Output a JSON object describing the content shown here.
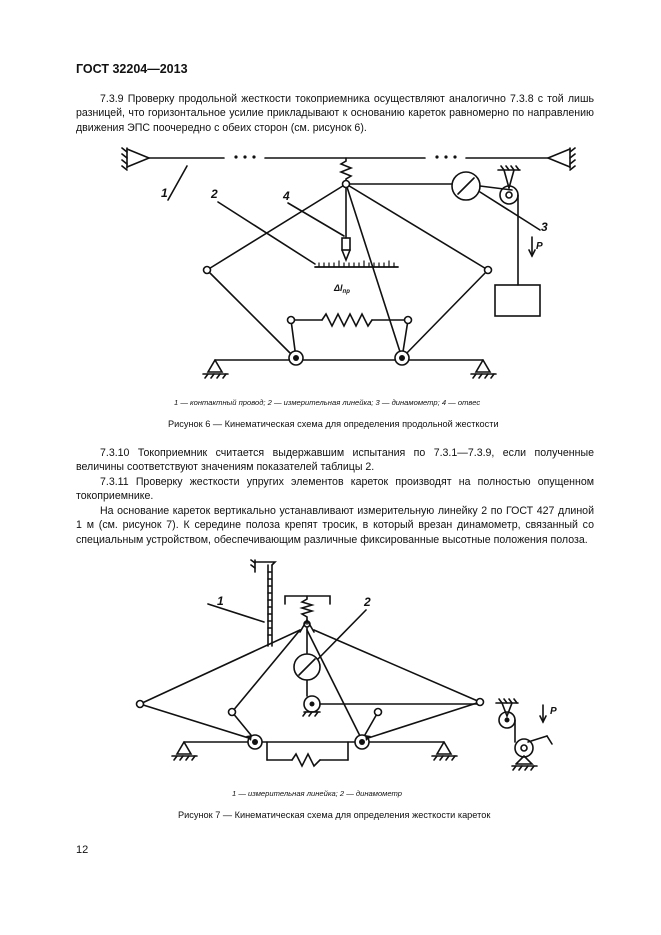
{
  "header": "ГОСТ 32204—2013",
  "para_739": "7.3.9 Проверку продольной жесткости токоприемника осуществляют аналогично 7.3.8 с той лишь разницей, что горизонтальное усилие прикладывают к основанию кареток равномерно по направлению движения ЭПС поочередно с обеих сторон (см. рисунок 6).",
  "fig6": {
    "labels": {
      "l1": "1",
      "l2": "2",
      "l3": "3",
      "l4": "4",
      "p": "P",
      "delta": "Δl",
      "delta_sub": "пр"
    },
    "legend": "1 — контактный провод; 2 — измерительная линейка; 3 — динамометр; 4 — отвес",
    "caption": "Рисунок 6 — Кинематическая схема для определения продольной жесткости"
  },
  "para_7310": "7.3.10 Токоприемник считается выдержавшим испытания по 7.3.1—7.3.9, если полученные величины соответствуют значениям показателей таблицы 2.",
  "para_7311": "7.3.11 Проверку жесткости упругих элементов кареток производят на полностью опущенном токоприемнике.",
  "para_base": "На основание кареток вертикально устанавливают измерительную линейку 2 по ГОСТ 427 длиной 1 м (см. рисунок 7). К середине полоза крепят тросик, в который врезан динамометр, связанный со специальным устройством, обеспечивающим различные фиксированные высотные положения полоза.",
  "fig7": {
    "labels": {
      "l1": "1",
      "l2": "2",
      "p": "P"
    },
    "legend": "1 — измерительная линейка; 2 — динамометр",
    "caption": "Рисунок  7 — Кинематическая схема для определения жесткости кареток"
  },
  "page_number": "12"
}
